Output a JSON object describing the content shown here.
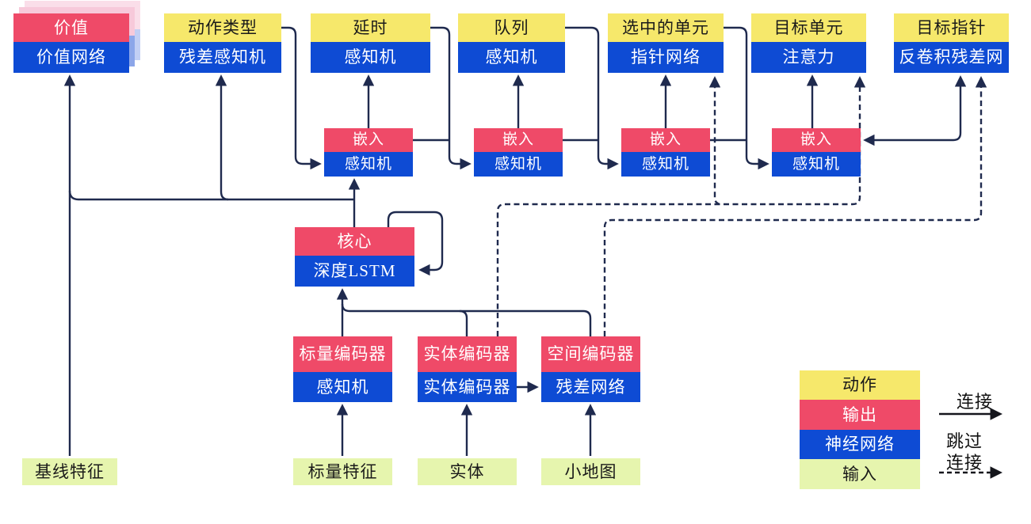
{
  "nodes": {
    "value": {
      "top": "价值",
      "bottom": "价值网络"
    },
    "action_type": {
      "top": "动作类型",
      "bottom": "残差感知机"
    },
    "delay": {
      "top": "延时",
      "bottom": "感知机"
    },
    "queue": {
      "top": "队列",
      "bottom": "感知机"
    },
    "selected_units": {
      "top": "选中的单元",
      "bottom": "指针网络"
    },
    "target_unit": {
      "top": "目标单元",
      "bottom": "注意力"
    },
    "target_pointer": {
      "top": "目标指针",
      "bottom": "反卷积残差网"
    },
    "embedding_1": {
      "top": "嵌入",
      "bottom": "感知机"
    },
    "embedding_2": {
      "top": "嵌入",
      "bottom": "感知机"
    },
    "embedding_3": {
      "top": "嵌入",
      "bottom": "感知机"
    },
    "embedding_4": {
      "top": "嵌入",
      "bottom": "感知机"
    },
    "core": {
      "top": "核心",
      "bottom": "深度LSTM"
    },
    "scalar_encoder": {
      "top": "标量编码器",
      "bottom": "感知机"
    },
    "entity_encoder": {
      "top": "实体编码器",
      "bottom": "实体编码器"
    },
    "spatial_encoder": {
      "top": "空间编码器",
      "bottom": "残差网络"
    },
    "baseline_features": {
      "label": "基线特征"
    },
    "scalar_features": {
      "label": "标量特征"
    },
    "entities": {
      "label": "实体"
    },
    "minimap": {
      "label": "小地图"
    }
  },
  "legend": {
    "action": "动作",
    "output": "输出",
    "network": "神经网络",
    "input": "输入",
    "connection": "连接",
    "skip_line1": "跳过",
    "skip_line2": "连接"
  },
  "colors": {
    "action_yellow": "#F6E86B",
    "output_red": "#EF4A68",
    "network_blue": "#0E4BD4",
    "input_green": "#E6F5AE",
    "connector_navy": "#1F2A4E",
    "legend_arrow_black": "#15161C"
  }
}
